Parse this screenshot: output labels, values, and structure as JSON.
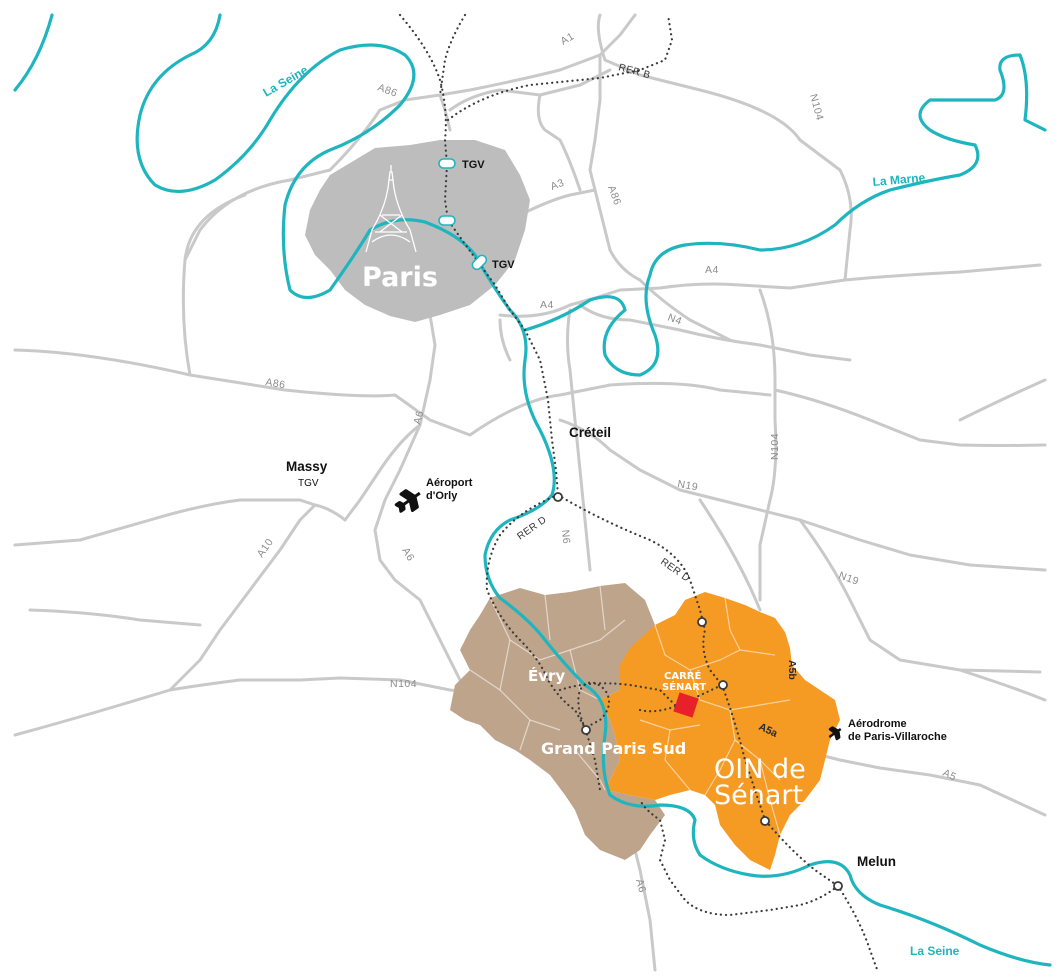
{
  "labels": {
    "paris": "Paris",
    "creteil": "Créteil",
    "massy": "Massy",
    "massy_tgv": "TGV",
    "orly_1": "Aéroport",
    "orly_2": "d'Orly",
    "evry": "Évry",
    "grand_paris_sud": "Grand Paris Sud",
    "carre_1": "CARRÉ",
    "carre_2": "SÉNART",
    "oin_1": "OIN de",
    "oin_2": "Sénart",
    "melun": "Melun",
    "villaroche_1": "Aérodrome",
    "villaroche_2": "de Paris-Villaroche",
    "tgv_north": "TGV",
    "tgv_south": "TGV"
  },
  "rivers": {
    "seine_north": "La Seine",
    "marne": "La Marne",
    "seine_south": "La Seine"
  },
  "rail_labels": {
    "rer_b": "RER B",
    "rer_d_west": "RER D",
    "rer_d_east": "RER D"
  },
  "roads": {
    "a1": "A1",
    "a86_north": "A86",
    "a86_east": "A86",
    "a86_south": "A86",
    "a3": "A3",
    "a4_center": "A4",
    "a4_east": "A4",
    "n4": "N4",
    "n104_north": "N104",
    "n104_east": "N104",
    "n104_south": "N104",
    "a6_north": "A6",
    "a6_mid": "A6",
    "a6_south": "A6",
    "a10": "A10",
    "n6": "N6",
    "n19_west": "N19",
    "n19_east": "N19",
    "a5a": "A5a",
    "a5b": "A5b",
    "a5": "A5"
  },
  "colors": {
    "paris_fill": "#bdbdbd",
    "grand_paris_sud_fill": "#bfa48c",
    "oin_fill": "#f59a23",
    "carre_senart_marker": "#e8202a",
    "river": "#1fb5bf",
    "road": "#c9c9c9"
  },
  "icons": [
    "eiffel-tower-icon",
    "airplane-icon"
  ]
}
